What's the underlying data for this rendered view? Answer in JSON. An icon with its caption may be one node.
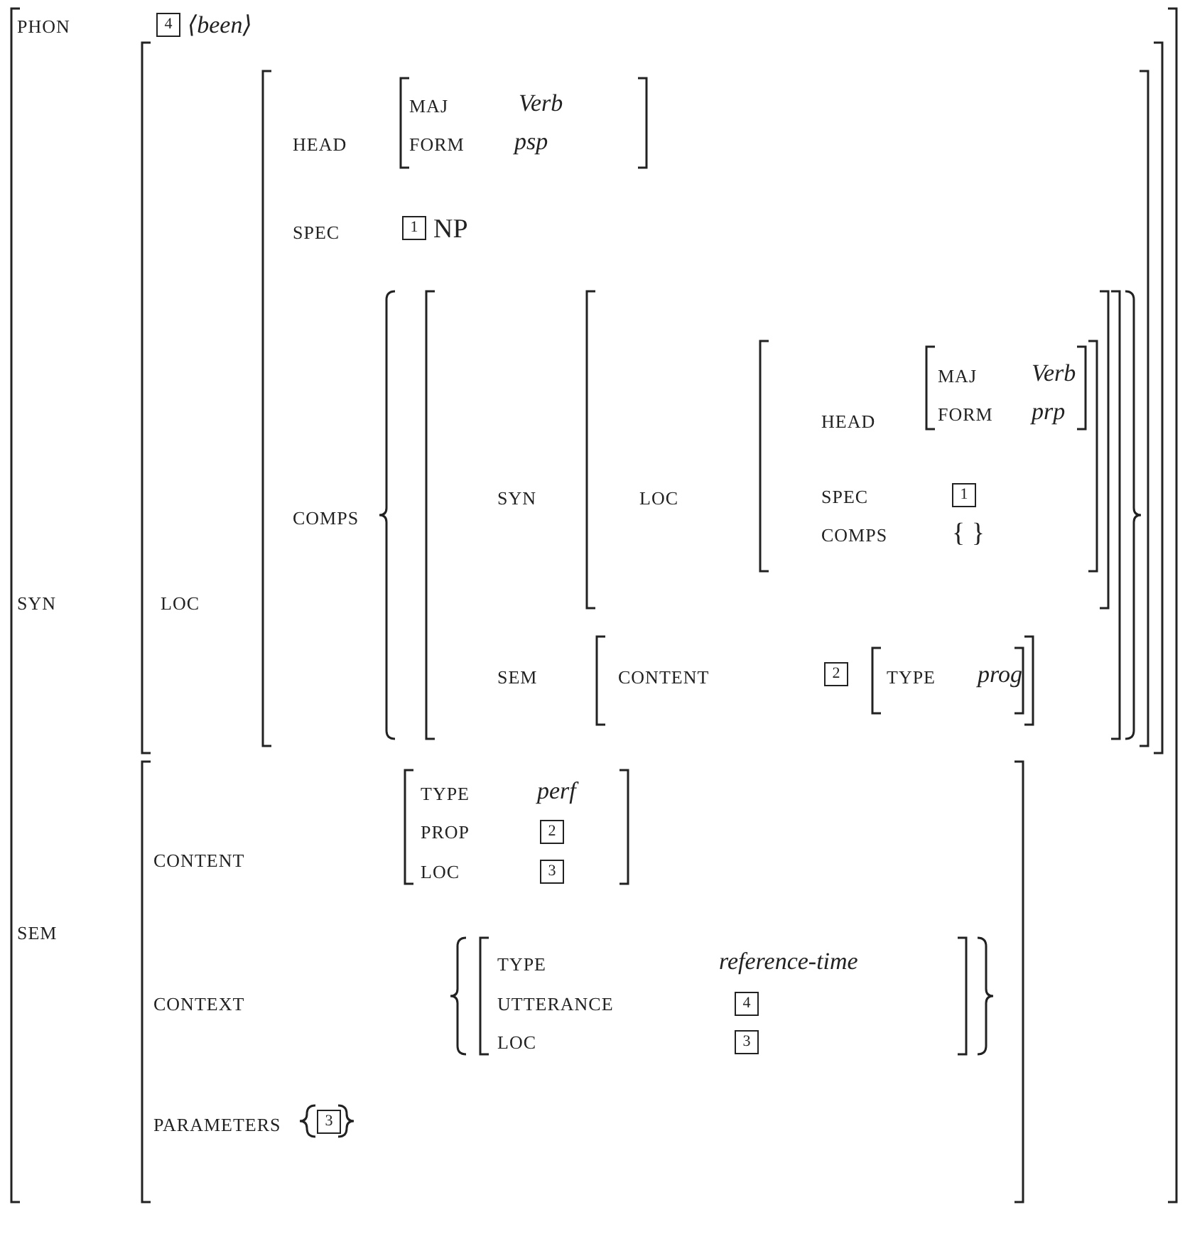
{
  "diagram": {
    "nodes": [
      {
        "text": [
          "4"
        ]
      },
      {
        "text": [
          "1"
        ]
      },
      {
        "text": [
          "1"
        ]
      },
      {
        "text": [
          "2"
        ]
      },
      {
        "text": [
          "2"
        ]
      },
      {
        "text": [
          "3"
        ]
      },
      {
        "text": [
          "4"
        ]
      },
      {
        "text": [
          "3"
        ]
      },
      {
        "text": [
          "3"
        ]
      }
    ],
    "labels": [
      "PHON",
      "⟨*been*⟩",
      "MAJ",
      "Verb",
      "HEAD",
      "FORM",
      "psp",
      "SPEC",
      "NP",
      "MAJ",
      "Verb",
      "HEAD",
      "FORM",
      "prp",
      "SYN",
      "LOC",
      "SYN",
      "LOC",
      "COMPS",
      "SPEC",
      "COMPS",
      "{ }",
      "SEM",
      "CONTENT",
      "TYPE",
      "prog",
      "TYPE",
      "perf",
      "CONTENT",
      "PROP",
      "LOC",
      "SEM",
      "TYPE",
      "reference-time",
      "CONTEXT",
      "UTTERANCE",
      "LOC",
      "PARAMETERS"
    ]
  }
}
